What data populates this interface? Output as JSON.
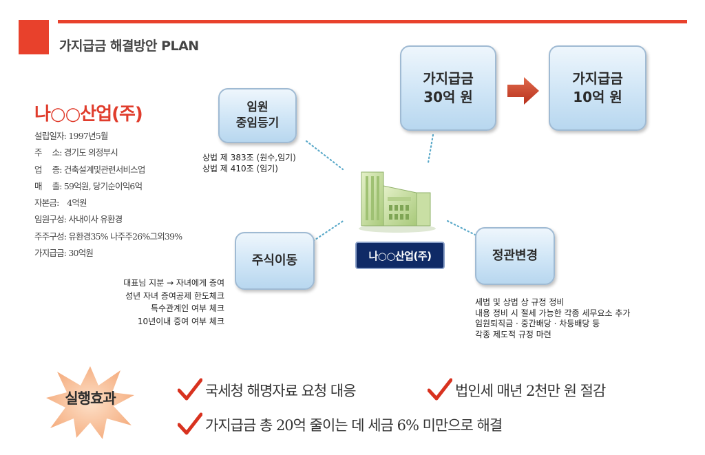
{
  "header": {
    "title": "가지급금 해결방안 PLAN"
  },
  "company": {
    "name": "나○○산업(주)",
    "info": [
      "설립일자: 1997년5월",
      "주　 소: 경기도 의정부시",
      "업　 종: 건축설계및관련서비스업",
      "매　 출: 59억원, 당기순이익6억",
      "자본금:　4억원",
      "임원구성: 사내이사 유환경",
      "주주구성: 유환경35% 나주주26%그외39%",
      "가지급금: 30억원"
    ]
  },
  "diagram": {
    "center_label": "나○○산업(주)",
    "exec_box": "임원\n중임등기",
    "exec_notes": [
      "상법 제 383조 (원수,임기)",
      "상법 제 410조 (임기)"
    ],
    "stock_box": "주식이동",
    "stock_notes": [
      "대표님 지분 → 자녀에게 증여",
      "성년 자녀 증여공제 한도체크",
      "특수관계인 여부 체크",
      "10년이내 증여 여부 체크"
    ],
    "articles_box": "정관변경",
    "articles_notes": [
      "세법 및 상법 상 규정 정비",
      "내용 정비 시 절세 가능한 각종 세무요소 추가",
      "임원퇴직금 · 중간배당 · 차등배당 등",
      "각종 제도적 규정 마련"
    ],
    "before_box": "가지급금\n30억 원",
    "after_box": "가지급금\n10억 원"
  },
  "results": {
    "label": "실행효과",
    "items": [
      "국세청 해명자료 요청 대응",
      "법인세  매년 2천만 원 절감",
      "가지급금 총 20억 줄이는 데 세금 6% 미만으로 해결"
    ]
  },
  "colors": {
    "accent_red": "#e8412c",
    "navy": "#0f2a66",
    "box_blue": "#cfe5f6",
    "burst_orange": "#f7c59f"
  },
  "icons": [
    "building-icon",
    "right-arrow-icon",
    "checkmark-icon",
    "starburst-shape"
  ]
}
